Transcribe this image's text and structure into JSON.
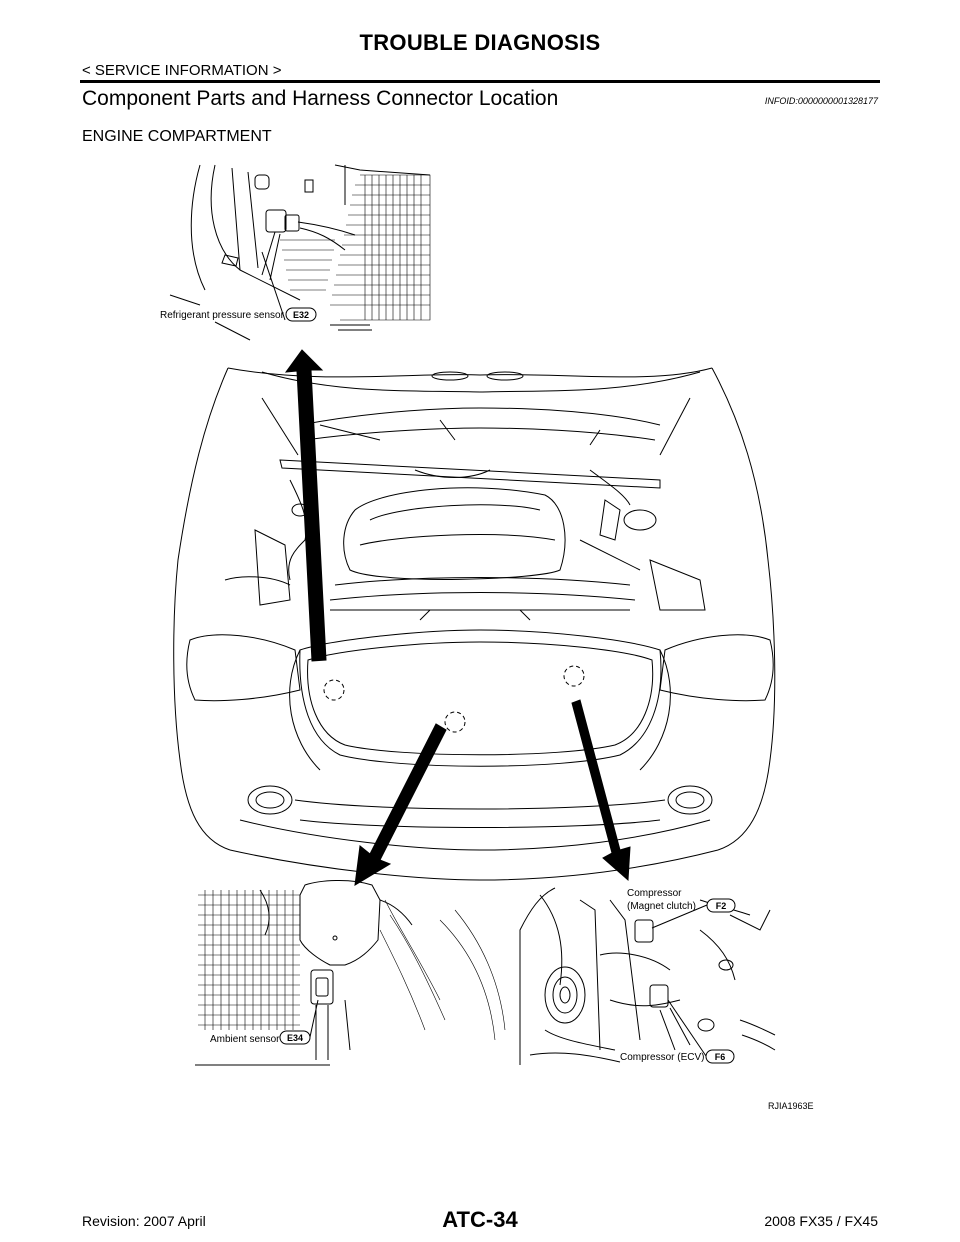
{
  "header": {
    "title": "TROUBLE DIAGNOSIS",
    "section": "< SERVICE INFORMATION >",
    "heading": "Component Parts and Harness Connector Location",
    "info_id": "INFOID:0000000001328177",
    "subheading": "ENGINE COMPARTMENT"
  },
  "figure": {
    "code": "RJIA1963E",
    "callouts": [
      {
        "label": "Refrigerant pressure sensor",
        "connector": "E32"
      },
      {
        "label": "Ambient sensor",
        "connector": "E34"
      },
      {
        "label": "Compressor",
        "label2": "(Magnet clutch)",
        "connector": "F2"
      },
      {
        "label": "Compressor (ECV)",
        "connector": "F6"
      }
    ]
  },
  "footer": {
    "page": "ATC-34",
    "revision": "Revision: 2007 April",
    "model": "2008 FX35 / FX45"
  }
}
